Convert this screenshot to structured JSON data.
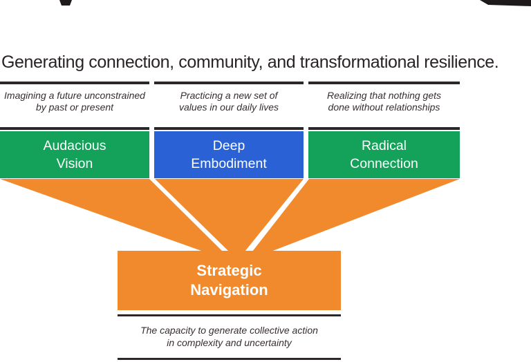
{
  "title": "Generating connection, community, and transformational resilience.",
  "columns": [
    {
      "id": "audacious-vision",
      "desc_line1": "Imagining a future unconstrained",
      "desc_line2": "by past or present",
      "label_line1": "Audacious",
      "label_line2": "Vision",
      "color": "#14A25A"
    },
    {
      "id": "deep-embodiment",
      "desc_line1": "Practicing a new set of",
      "desc_line2": "values in our daily lives",
      "label_line1": "Deep",
      "label_line2": "Embodiment",
      "color": "#2A62D6"
    },
    {
      "id": "radical-connection",
      "desc_line1": "Realizing that nothing gets",
      "desc_line2": "done without relationships",
      "label_line1": "Radical",
      "label_line2": "Connection",
      "color": "#14A25A"
    }
  ],
  "funnel": {
    "label_line1": "Strategic",
    "label_line2": "Navigation",
    "color": "#F18A2C",
    "caption_line1": "The capacity to generate collective action",
    "caption_line2": "in complexity and uncertainty"
  },
  "colors": {
    "background": "#FFFFFF",
    "separator_line": "#2B2627",
    "title_text": "#292326",
    "italic_text": "#362E31",
    "box_text": "#FFFFFF",
    "artifact_black": "#1E1A1B"
  }
}
